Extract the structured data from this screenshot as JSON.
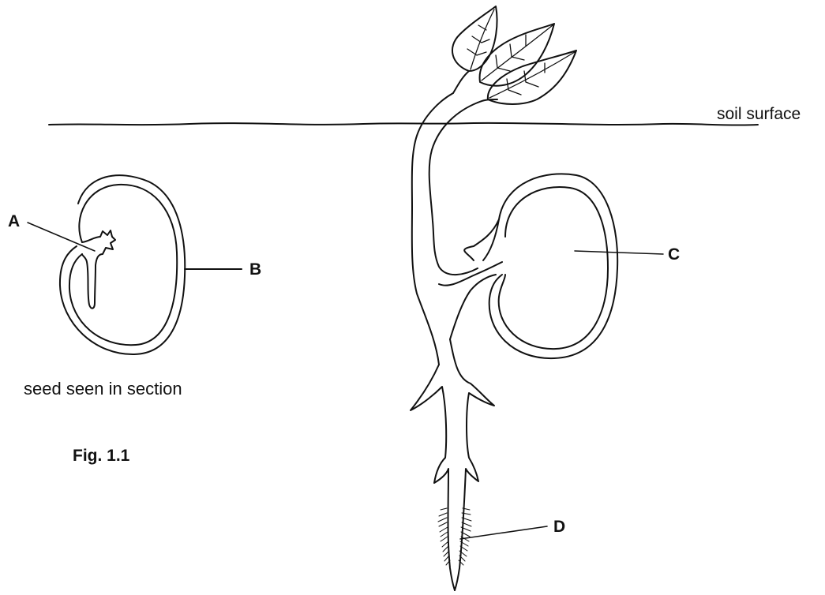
{
  "labels": {
    "a": "A",
    "b": "B",
    "c": "C",
    "d": "D",
    "soil_surface": "soil surface",
    "seed_caption": "seed seen in section",
    "figure": "Fig. 1.1"
  }
}
